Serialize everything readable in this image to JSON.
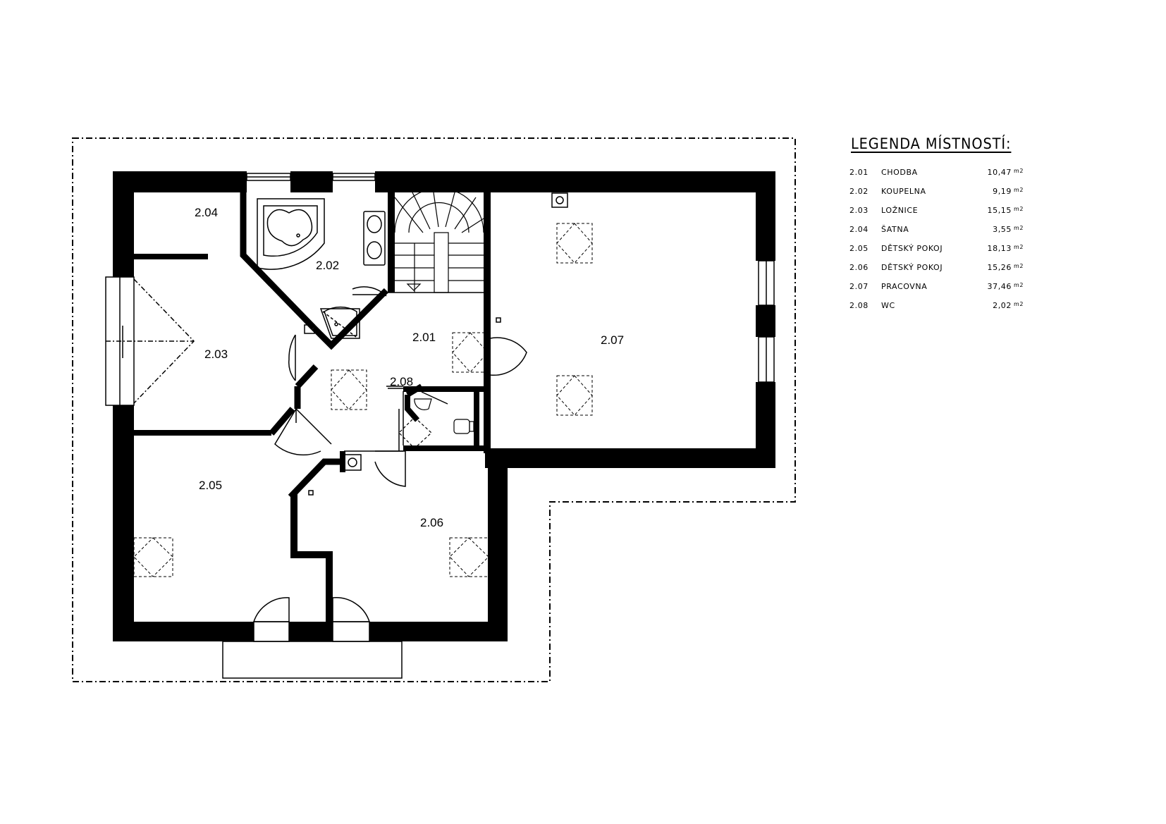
{
  "legend": {
    "title": "LEGENDA MÍSTNOSTÍ:",
    "rows": [
      {
        "number": "2.01",
        "name": "CHODBA",
        "area": "10,47",
        "unit": "m2"
      },
      {
        "number": "2.02",
        "name": "KOUPELNA",
        "area": "9,19",
        "unit": "m2"
      },
      {
        "number": "2.03",
        "name": "LOŽNICE",
        "area": "15,15",
        "unit": "m2"
      },
      {
        "number": "2.04",
        "name": "ŠATNA",
        "area": "3,55",
        "unit": "m2"
      },
      {
        "number": "2.05",
        "name": "DĚTSKÝ POKOJ",
        "area": "18,13",
        "unit": "m2"
      },
      {
        "number": "2.06",
        "name": "DĚTSKÝ POKOJ",
        "area": "15,26",
        "unit": "m2"
      },
      {
        "number": "2.07",
        "name": "PRACOVNA",
        "area": "37,46",
        "unit": "m2"
      },
      {
        "number": "2.08",
        "name": "WC",
        "area": "2,02",
        "unit": "m2"
      }
    ]
  },
  "plan": {
    "rooms": {
      "r201": "2.01",
      "r202": "2.02",
      "r203": "2.03",
      "r204": "2.04",
      "r205": "2.05",
      "r206": "2.06",
      "r207": "2.07",
      "r208": "2.08"
    },
    "colors": {
      "wall": "#000000",
      "line": "#000000",
      "background": "#ffffff"
    }
  }
}
